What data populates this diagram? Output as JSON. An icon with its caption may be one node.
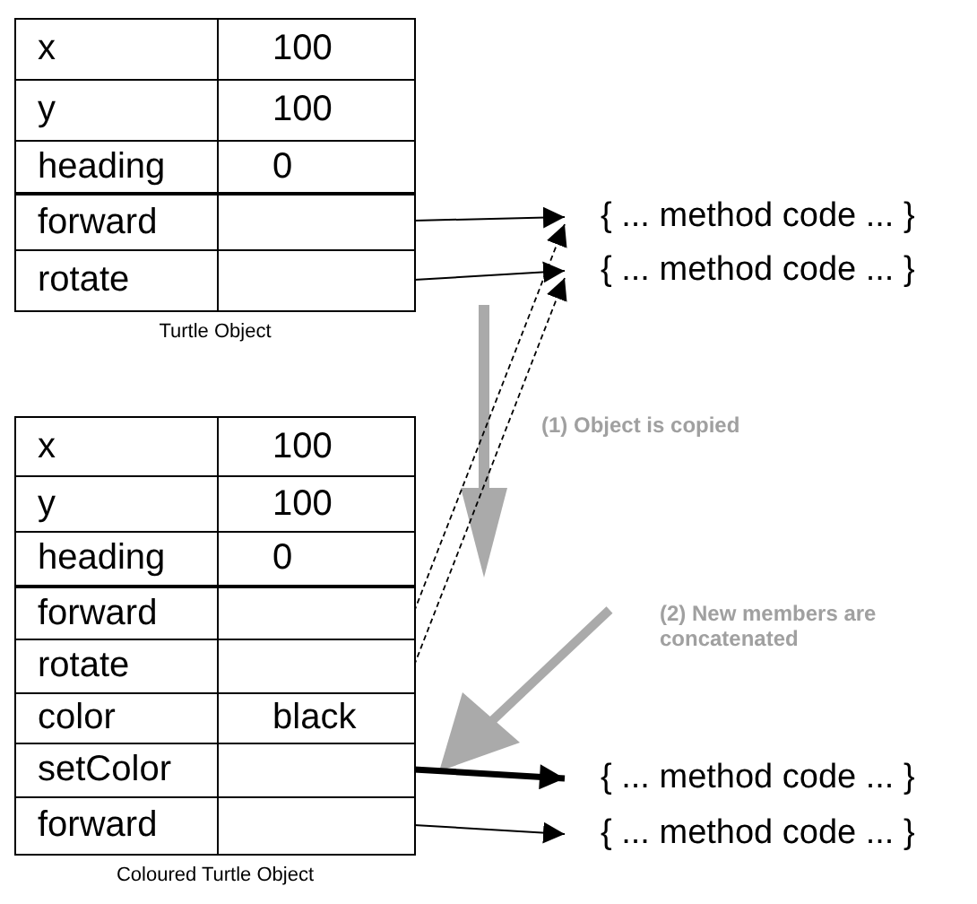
{
  "diagram": {
    "nodes": [
      {
        "text": [],
        "shape": "box",
        "beside": [
          "Turtle Object"
        ]
      },
      {
        "text": [
          "x",
          "100"
        ],
        "in": 0
      },
      {
        "text": [
          "y",
          "100"
        ],
        "in": 0
      },
      {
        "text": [
          "heading",
          "0"
        ],
        "in": 0
      },
      {
        "text": [
          "forward"
        ],
        "in": 0
      },
      {
        "text": [
          "rotate"
        ],
        "in": 0
      },
      {
        "text": [
          "{ ... method code ... }"
        ]
      },
      {
        "text": [
          "{ ... method code ... }"
        ]
      },
      {
        "text": [],
        "shape": "box",
        "beside": [
          "Coloured Turtle Object"
        ]
      },
      {
        "text": [
          "x",
          "100"
        ],
        "in": 8
      },
      {
        "text": [
          "y",
          "100"
        ],
        "in": 8
      },
      {
        "text": [
          "heading",
          "0"
        ],
        "in": 8
      },
      {
        "text": [
          "forward"
        ],
        "in": 8
      },
      {
        "text": [
          "rotate"
        ],
        "in": 8
      },
      {
        "text": [
          "color",
          "black"
        ],
        "in": 8
      },
      {
        "text": [
          "setColor"
        ],
        "in": 8
      },
      {
        "text": [
          "forward"
        ],
        "in": 8
      },
      {
        "text": [
          "{ ... method code ... }"
        ]
      },
      {
        "text": [
          "{ ... method code ... }"
        ]
      }
    ],
    "edges": [
      {
        "from": 4,
        "to": 6,
        "arrow": "to"
      },
      {
        "from": 5,
        "to": 7,
        "arrow": "to"
      },
      {
        "from": 12,
        "to": 6,
        "arrow": "to",
        "style": "dashed"
      },
      {
        "from": 13,
        "to": 7,
        "arrow": "to",
        "style": "dashed"
      },
      {
        "from": 15,
        "to": 17,
        "arrow": "to",
        "style": "thick"
      },
      {
        "from": 16,
        "to": 18,
        "arrow": "to"
      }
    ],
    "labels": [
      "(1) Object is copied",
      "(2) New members are concatenated"
    ]
  }
}
